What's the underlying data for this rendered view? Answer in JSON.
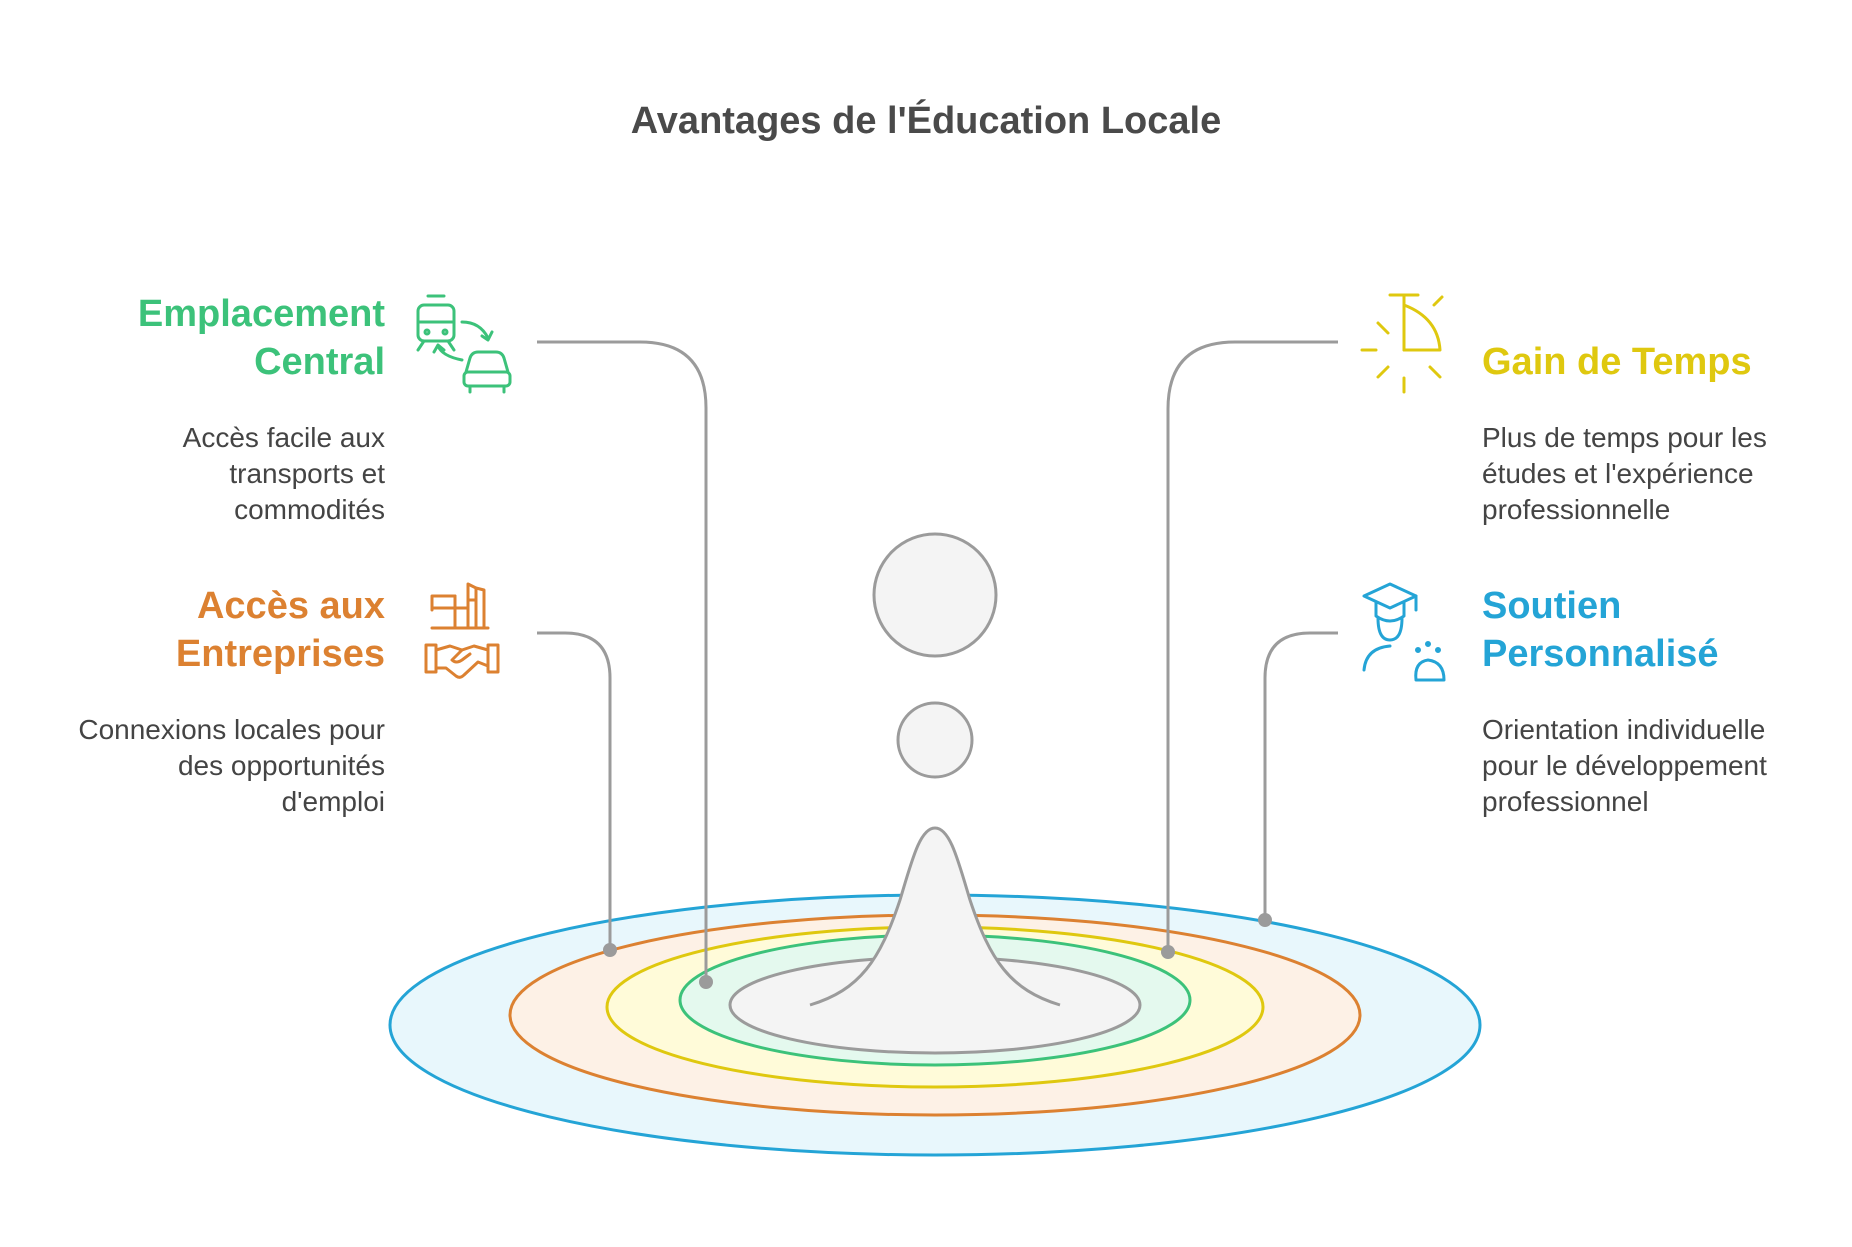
{
  "title": "Avantages de l'Éducation Locale",
  "colors": {
    "green": "#3cc27a",
    "orange": "#dc8131",
    "yellow": "#dfc80f",
    "blue": "#24a4d6",
    "gray": "#9b9b9b",
    "text": "#444444"
  },
  "items": [
    {
      "key": "emplacement",
      "title_line1": "Emplacement",
      "title_line2": "Central",
      "description": [
        "Accès facile aux",
        "transports et",
        "commodités"
      ],
      "icon": "transport-icon",
      "color": "#3cc27a"
    },
    {
      "key": "gain",
      "title_line1": "Gain de Temps",
      "title_line2": "",
      "description": [
        "Plus de temps pour les",
        "études et l'expérience",
        "professionnelle"
      ],
      "icon": "sundial-icon",
      "color": "#dfc80f"
    },
    {
      "key": "acces",
      "title_line1": "Accès aux",
      "title_line2": "Entreprises",
      "description": [
        "Connexions locales pour",
        "des opportunités",
        "d'emploi"
      ],
      "icon": "handshake-building-icon",
      "color": "#dc8131"
    },
    {
      "key": "soutien",
      "title_line1": "Soutien",
      "title_line2": "Personnalisé",
      "description": [
        "Orientation individuelle",
        "pour le développement",
        "professionnel"
      ],
      "icon": "graduate-support-icon",
      "color": "#24a4d6"
    }
  ]
}
